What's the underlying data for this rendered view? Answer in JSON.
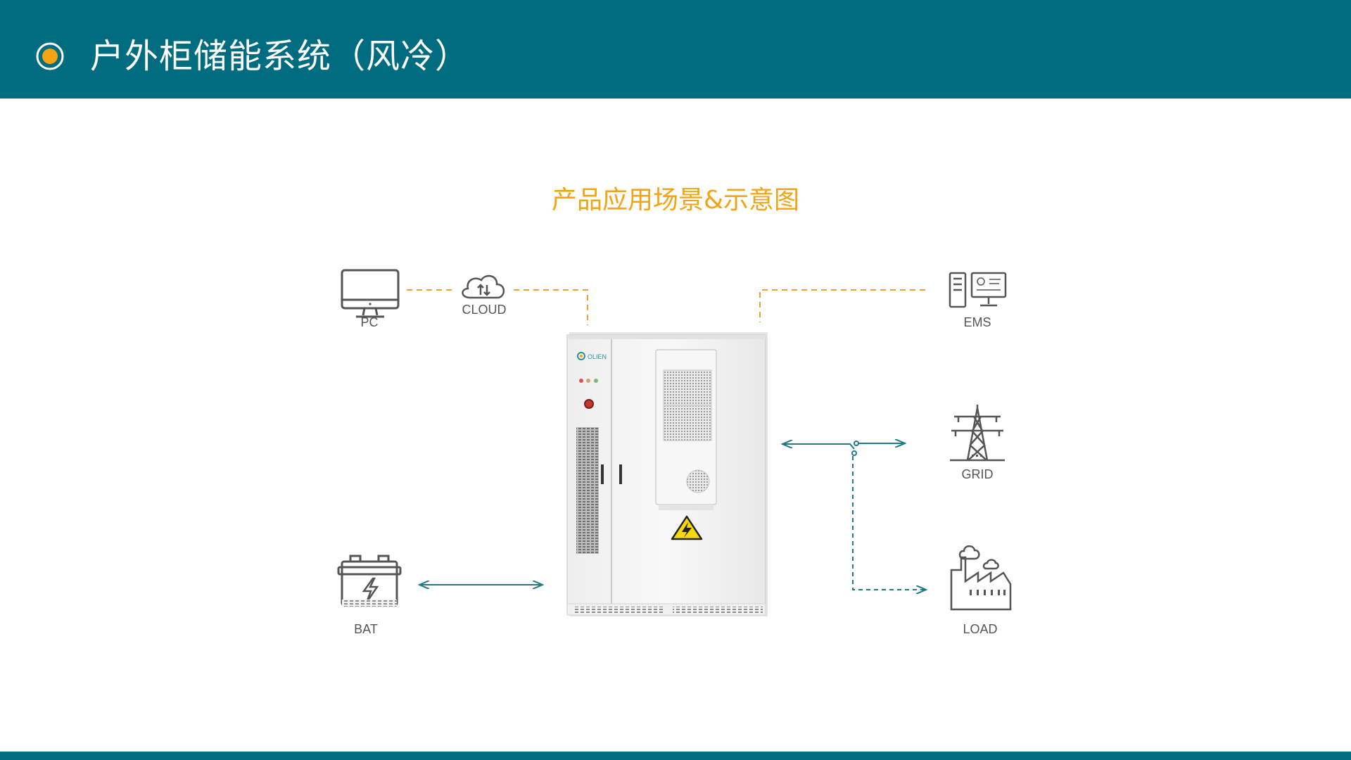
{
  "header": {
    "title": "户外柜储能系统（风冷）"
  },
  "subtitle": "产品应用场景&示意图",
  "cabinet": {
    "brand": "OLIEN"
  },
  "nodes": {
    "pc": {
      "label": "PC",
      "icon": "monitor-icon"
    },
    "cloud": {
      "label": "CLOUD",
      "icon": "cloud-sync-icon"
    },
    "ems": {
      "label": "EMS",
      "icon": "ems-workstation-icon"
    },
    "grid": {
      "label": "GRID",
      "icon": "power-tower-icon"
    },
    "bat": {
      "label": "BAT",
      "icon": "battery-icon"
    },
    "load": {
      "label": "LOAD",
      "icon": "factory-icon"
    }
  },
  "colors": {
    "header": "#006c80",
    "accent": "#f2a413",
    "communication_line": "#f0a030",
    "power_line": "#1f7a86",
    "icon": "#555555"
  }
}
